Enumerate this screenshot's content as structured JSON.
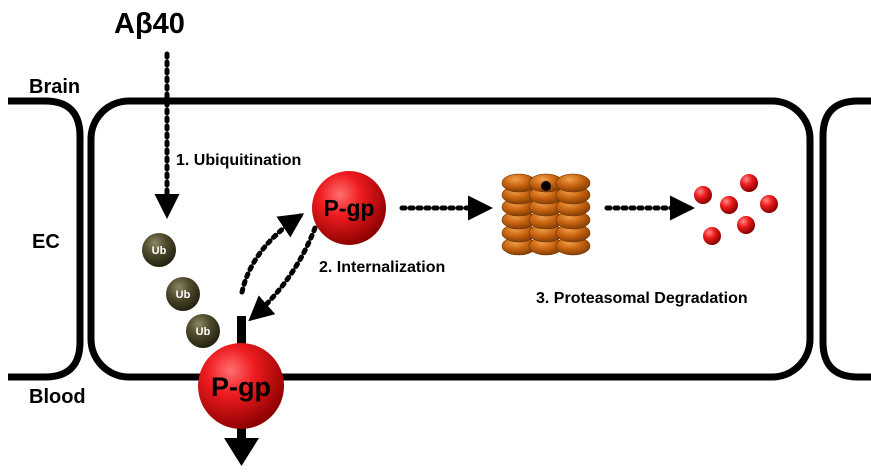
{
  "labels": {
    "abeta": "Aβ40",
    "brain": "Brain",
    "ec": "EC",
    "blood": "Blood",
    "step1": "1. Ubiquitination",
    "step2": "2. Internalization",
    "step3": "3. Proteasomal Degradation"
  },
  "molecules": {
    "pgp": "P-gp",
    "ub": "Ub"
  },
  "colors": {
    "pgp_red": "#e8131b",
    "ub_olive": "#4e4a2c",
    "proteasome_orange": "#c86413",
    "fragment_red": "#e51818",
    "outline": "#000000"
  }
}
